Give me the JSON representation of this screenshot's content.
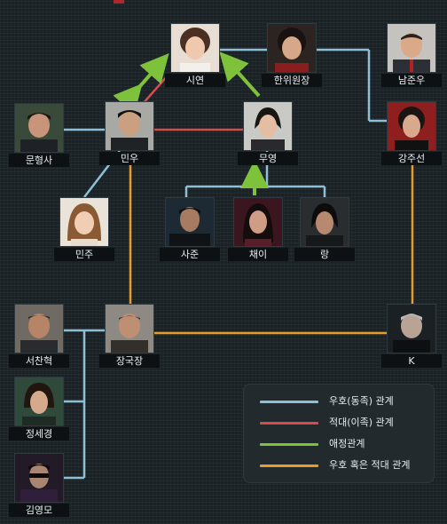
{
  "colors": {
    "friend": "#8fbfd6",
    "enemy": "#d64b4b",
    "love": "#7ec23c",
    "ambiguous": "#e89b2d"
  },
  "people": {
    "siyeon": "시연",
    "hanwiwonjang": "한위원장",
    "namjunwoo": "남준우",
    "munhyeongsa": "문형사",
    "minwoo": "민우",
    "muyeong": "무영",
    "kangjuseon": "강주선",
    "minju": "민주",
    "sajun": "사준",
    "chaei": "채이",
    "rang": "랑",
    "seochanhyeok": "서찬혁",
    "janggukjang": "장국장",
    "k": "K",
    "jeongsegyeong": "정세경",
    "kimyeongmo": "김영모"
  },
  "legend": {
    "friend": "우호(동족) 관계",
    "enemy": "적대(이족) 관계",
    "love": "애정관계",
    "ambiguous": "우호 혹은 적대 관계"
  }
}
